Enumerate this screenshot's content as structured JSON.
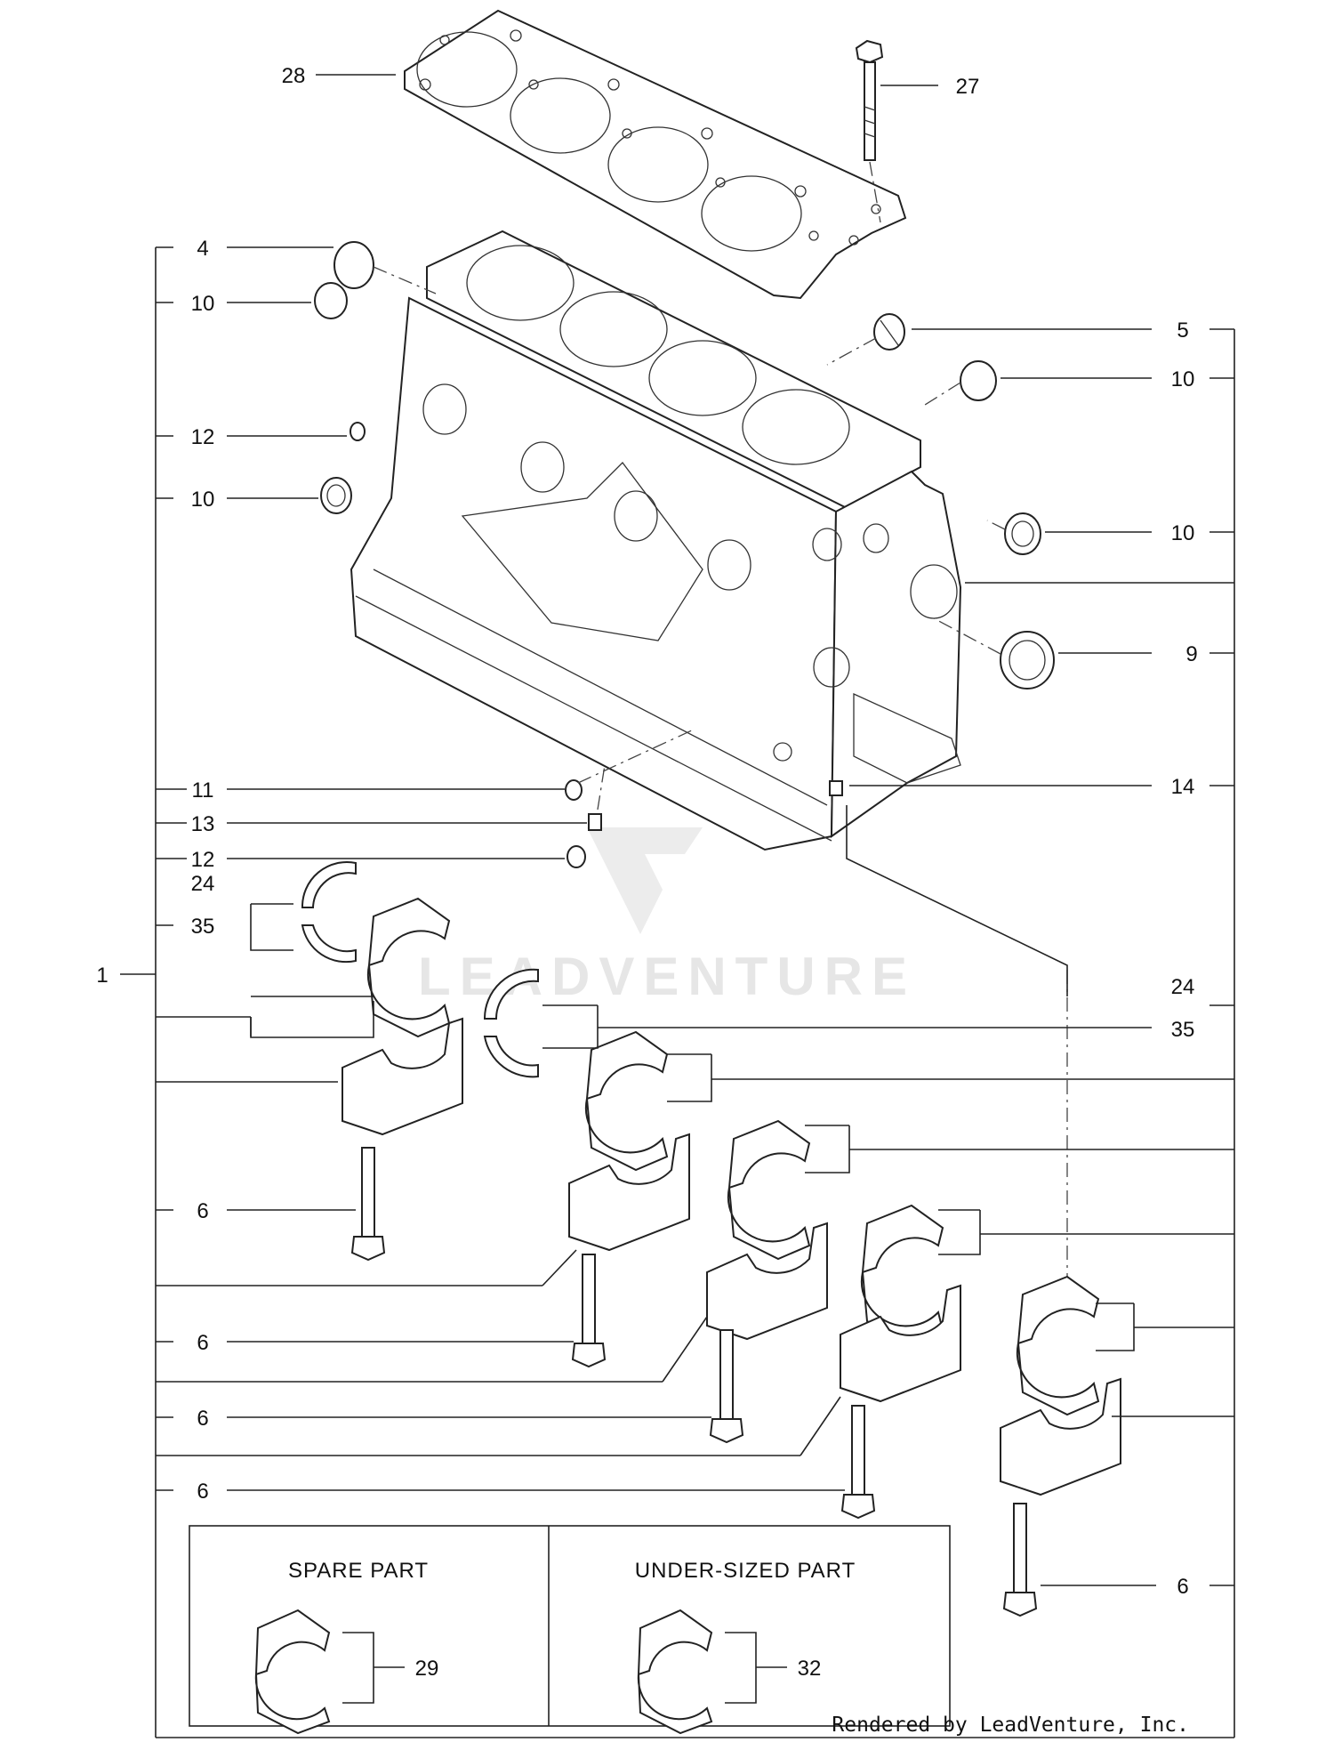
{
  "callouts": {
    "c28": "28",
    "c27": "27",
    "c4": "4",
    "c10a": "10",
    "c5": "5",
    "c10b": "10",
    "c12a": "12",
    "c10c": "10",
    "c10d": "10",
    "c9": "9",
    "c11": "11",
    "c14": "14",
    "c13": "13",
    "c12b": "12",
    "c24a": "24",
    "c35a": "35",
    "c1": "1",
    "c24b": "24",
    "c35b": "35",
    "c6a": "6",
    "c6b": "6",
    "c6c": "6",
    "c6d": "6",
    "c6e": "6",
    "c29": "29",
    "c32": "32"
  },
  "inset": {
    "spare_title": "SPARE  PART",
    "undersized_title": "UNDER-SIZED  PART"
  },
  "watermark": "LEADVENTURE",
  "credit": "Rendered by LeadVenture, Inc."
}
